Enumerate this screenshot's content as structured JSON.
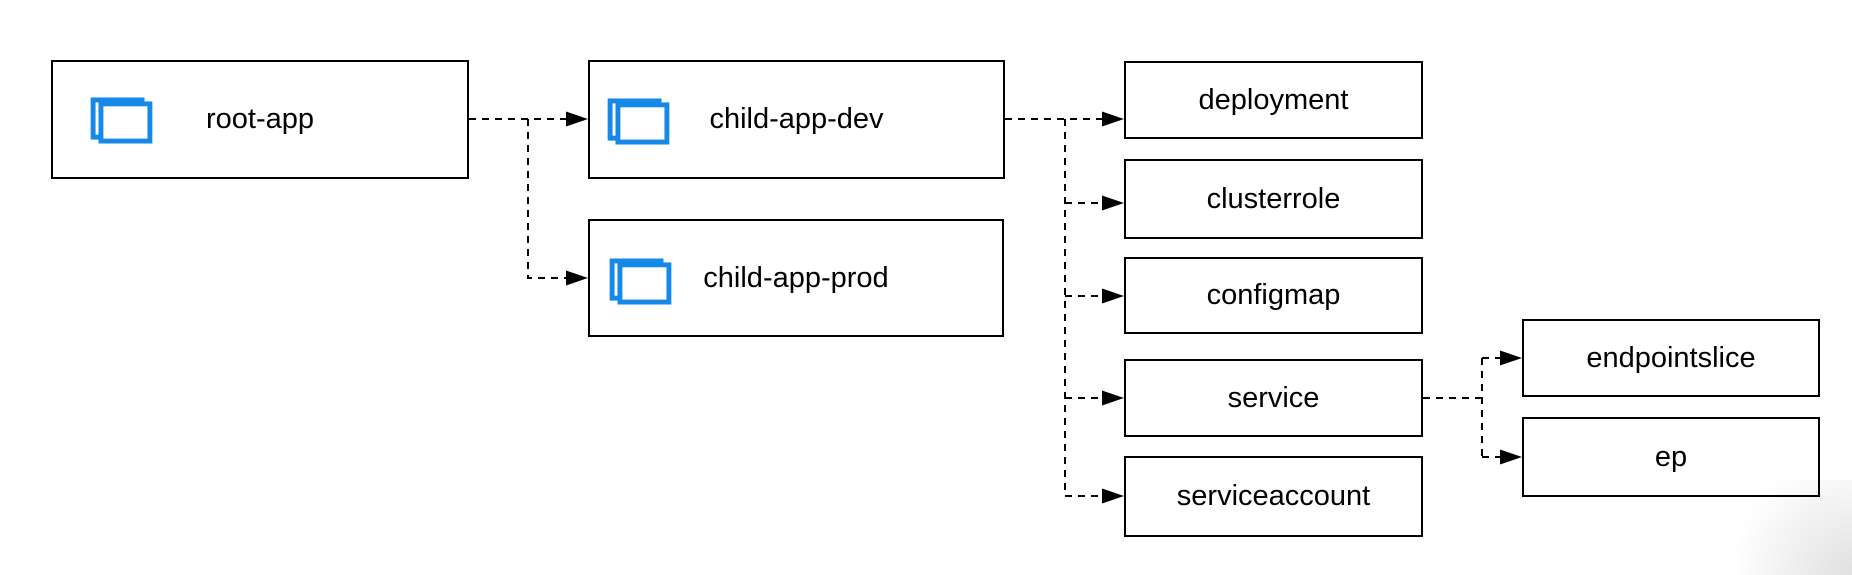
{
  "canvas": {
    "background": "#ffffff"
  },
  "colors": {
    "app_icon_blue": "#1588e8",
    "box_border": "#000000",
    "connector": "#000000",
    "text": "#000000"
  },
  "nodes": {
    "root_app": {
      "label": "root-app",
      "type": "application"
    },
    "child_app_dev": {
      "label": "child-app-dev",
      "type": "application"
    },
    "child_app_prod": {
      "label": "child-app-prod",
      "type": "application"
    },
    "deployment": {
      "label": "deployment",
      "type": "resource"
    },
    "clusterrole": {
      "label": "clusterrole",
      "type": "resource"
    },
    "configmap": {
      "label": "configmap",
      "type": "resource"
    },
    "service": {
      "label": "service",
      "type": "resource"
    },
    "serviceaccount": {
      "label": "serviceaccount",
      "type": "resource"
    },
    "endpointslice": {
      "label": "endpointslice",
      "type": "resource"
    },
    "ep": {
      "label": "ep",
      "type": "resource"
    }
  },
  "edges": [
    {
      "from": "root-app",
      "to": "child-app-dev",
      "style": "dashed-arrow"
    },
    {
      "from": "root-app",
      "to": "child-app-prod",
      "style": "dashed-arrow"
    },
    {
      "from": "child-app-dev",
      "to": "deployment",
      "style": "dashed-arrow"
    },
    {
      "from": "child-app-dev",
      "to": "clusterrole",
      "style": "dashed-arrow"
    },
    {
      "from": "child-app-dev",
      "to": "configmap",
      "style": "dashed-arrow"
    },
    {
      "from": "child-app-dev",
      "to": "service",
      "style": "dashed-arrow"
    },
    {
      "from": "child-app-dev",
      "to": "serviceaccount",
      "style": "dashed-arrow"
    },
    {
      "from": "service",
      "to": "endpointslice",
      "style": "dashed-arrow"
    },
    {
      "from": "service",
      "to": "ep",
      "style": "dashed-arrow"
    }
  ]
}
